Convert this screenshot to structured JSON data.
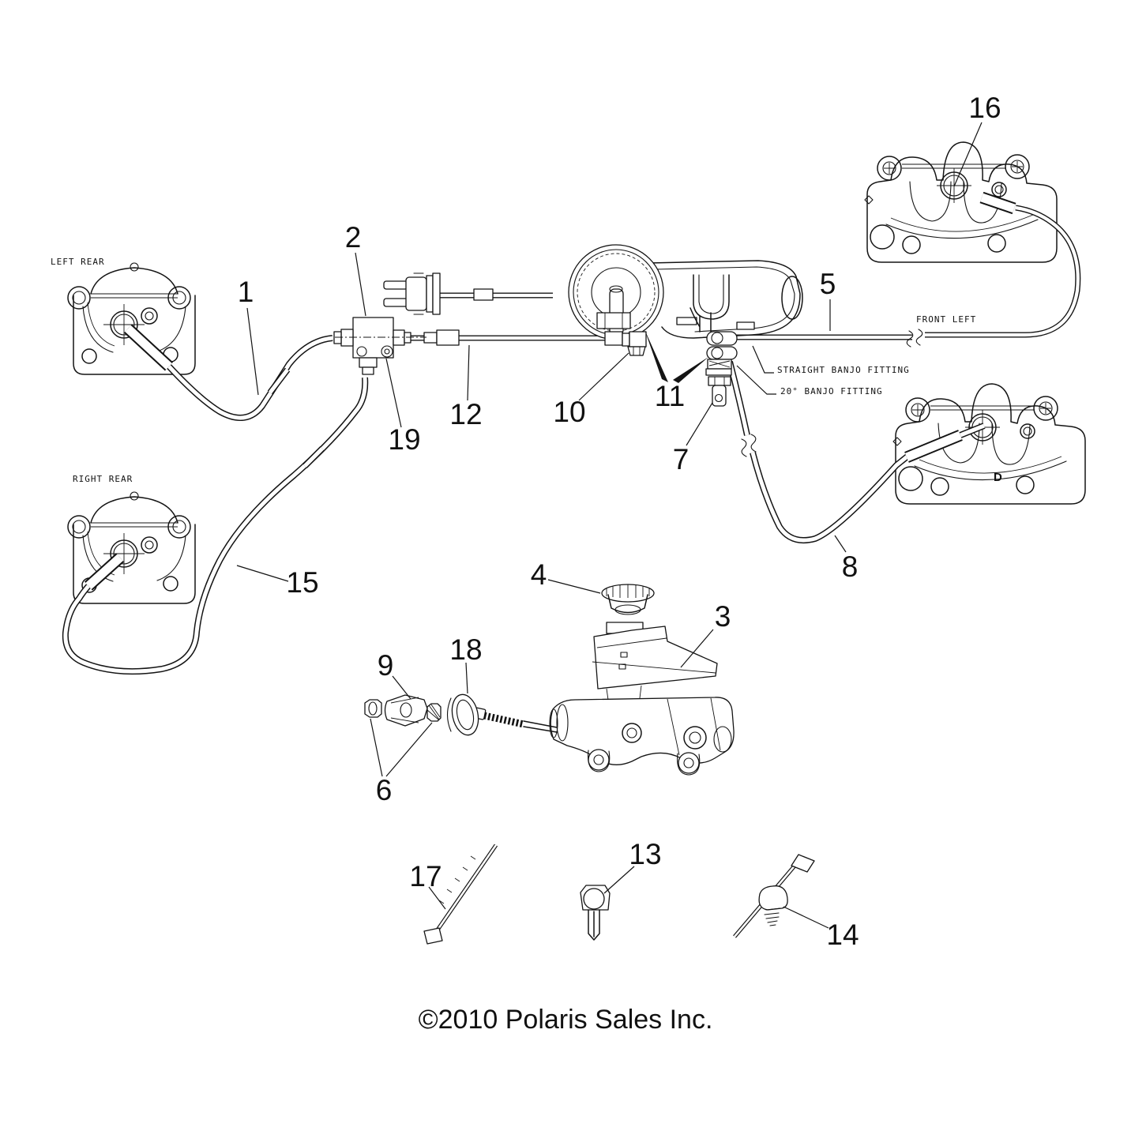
{
  "diagram": {
    "title_hint": "brake lines parts diagram",
    "copyright": "©2010 Polaris Sales Inc.",
    "line_color": "#141414",
    "background_color": "#ffffff",
    "labels": {
      "left_rear": "LEFT REAR",
      "right_rear": "RIGHT REAR",
      "front_left": "FRONT LEFT",
      "straight_banjo": "STRAIGHT BANJO FITTING",
      "banjo_20": "20° BANJO FITTING",
      "caliper_letter": "D"
    },
    "callouts": [
      {
        "num": "1"
      },
      {
        "num": "2"
      },
      {
        "num": "3"
      },
      {
        "num": "4"
      },
      {
        "num": "5"
      },
      {
        "num": "6"
      },
      {
        "num": "7"
      },
      {
        "num": "8"
      },
      {
        "num": "9"
      },
      {
        "num": "10"
      },
      {
        "num": "11"
      },
      {
        "num": "12"
      },
      {
        "num": "13"
      },
      {
        "num": "14"
      },
      {
        "num": "15"
      },
      {
        "num": "16"
      },
      {
        "num": "17"
      },
      {
        "num": "18"
      },
      {
        "num": "19"
      }
    ]
  }
}
